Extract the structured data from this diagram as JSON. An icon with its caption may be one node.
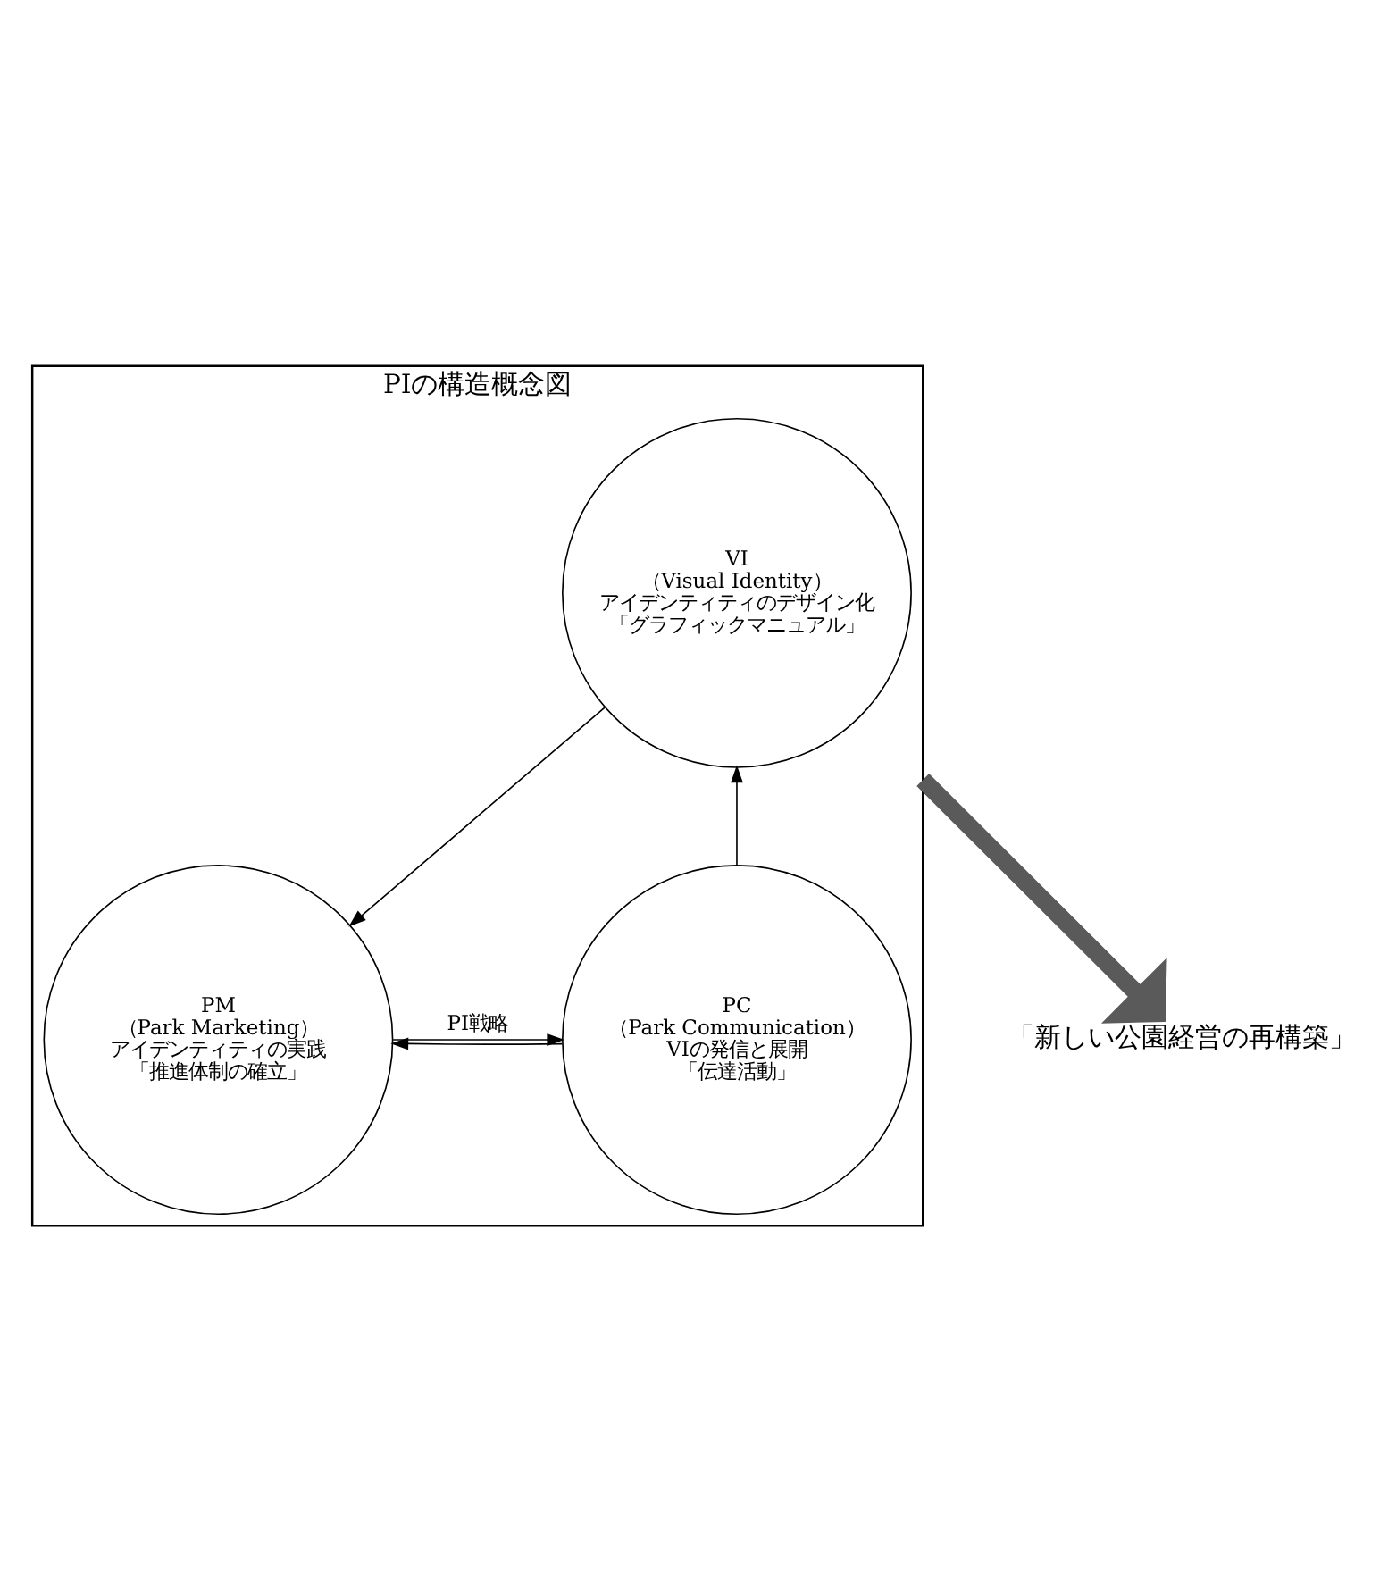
{
  "diagram": {
    "nodes": [
      {
        "text": [
          "PIの構造概念図"
        ]
      },
      {
        "text": [
          "VI （Visual Identity）",
          "アイデンティティのデザイン化「グラフィックマニュアル」"
        ],
        "in": 0
      },
      {
        "text": [
          "PC （Park Communication）",
          "VIの発信と展開「伝達活動」"
        ],
        "in": 0
      },
      {
        "text": [
          "PM （Park Marketing）",
          "アイデンティティの実践「推進体制の確立」"
        ],
        "in": 0
      },
      {
        "text": [
          "「新しい公園経営の再構築」"
        ]
      }
    ],
    "edges": [
      {
        "from": 2,
        "to": 1,
        "arrow": "to"
      },
      {
        "from": 1,
        "to": 3,
        "arrow": "to"
      },
      {
        "from": 3,
        "to": 2,
        "arrow": "to",
        "label": "PI戦略"
      },
      {
        "from": 2,
        "to": 3,
        "arrow": "to"
      },
      {
        "from": 0,
        "to": 4,
        "arrow": "to",
        "style": "thick",
        "color": "#5a5a5a"
      }
    ]
  }
}
